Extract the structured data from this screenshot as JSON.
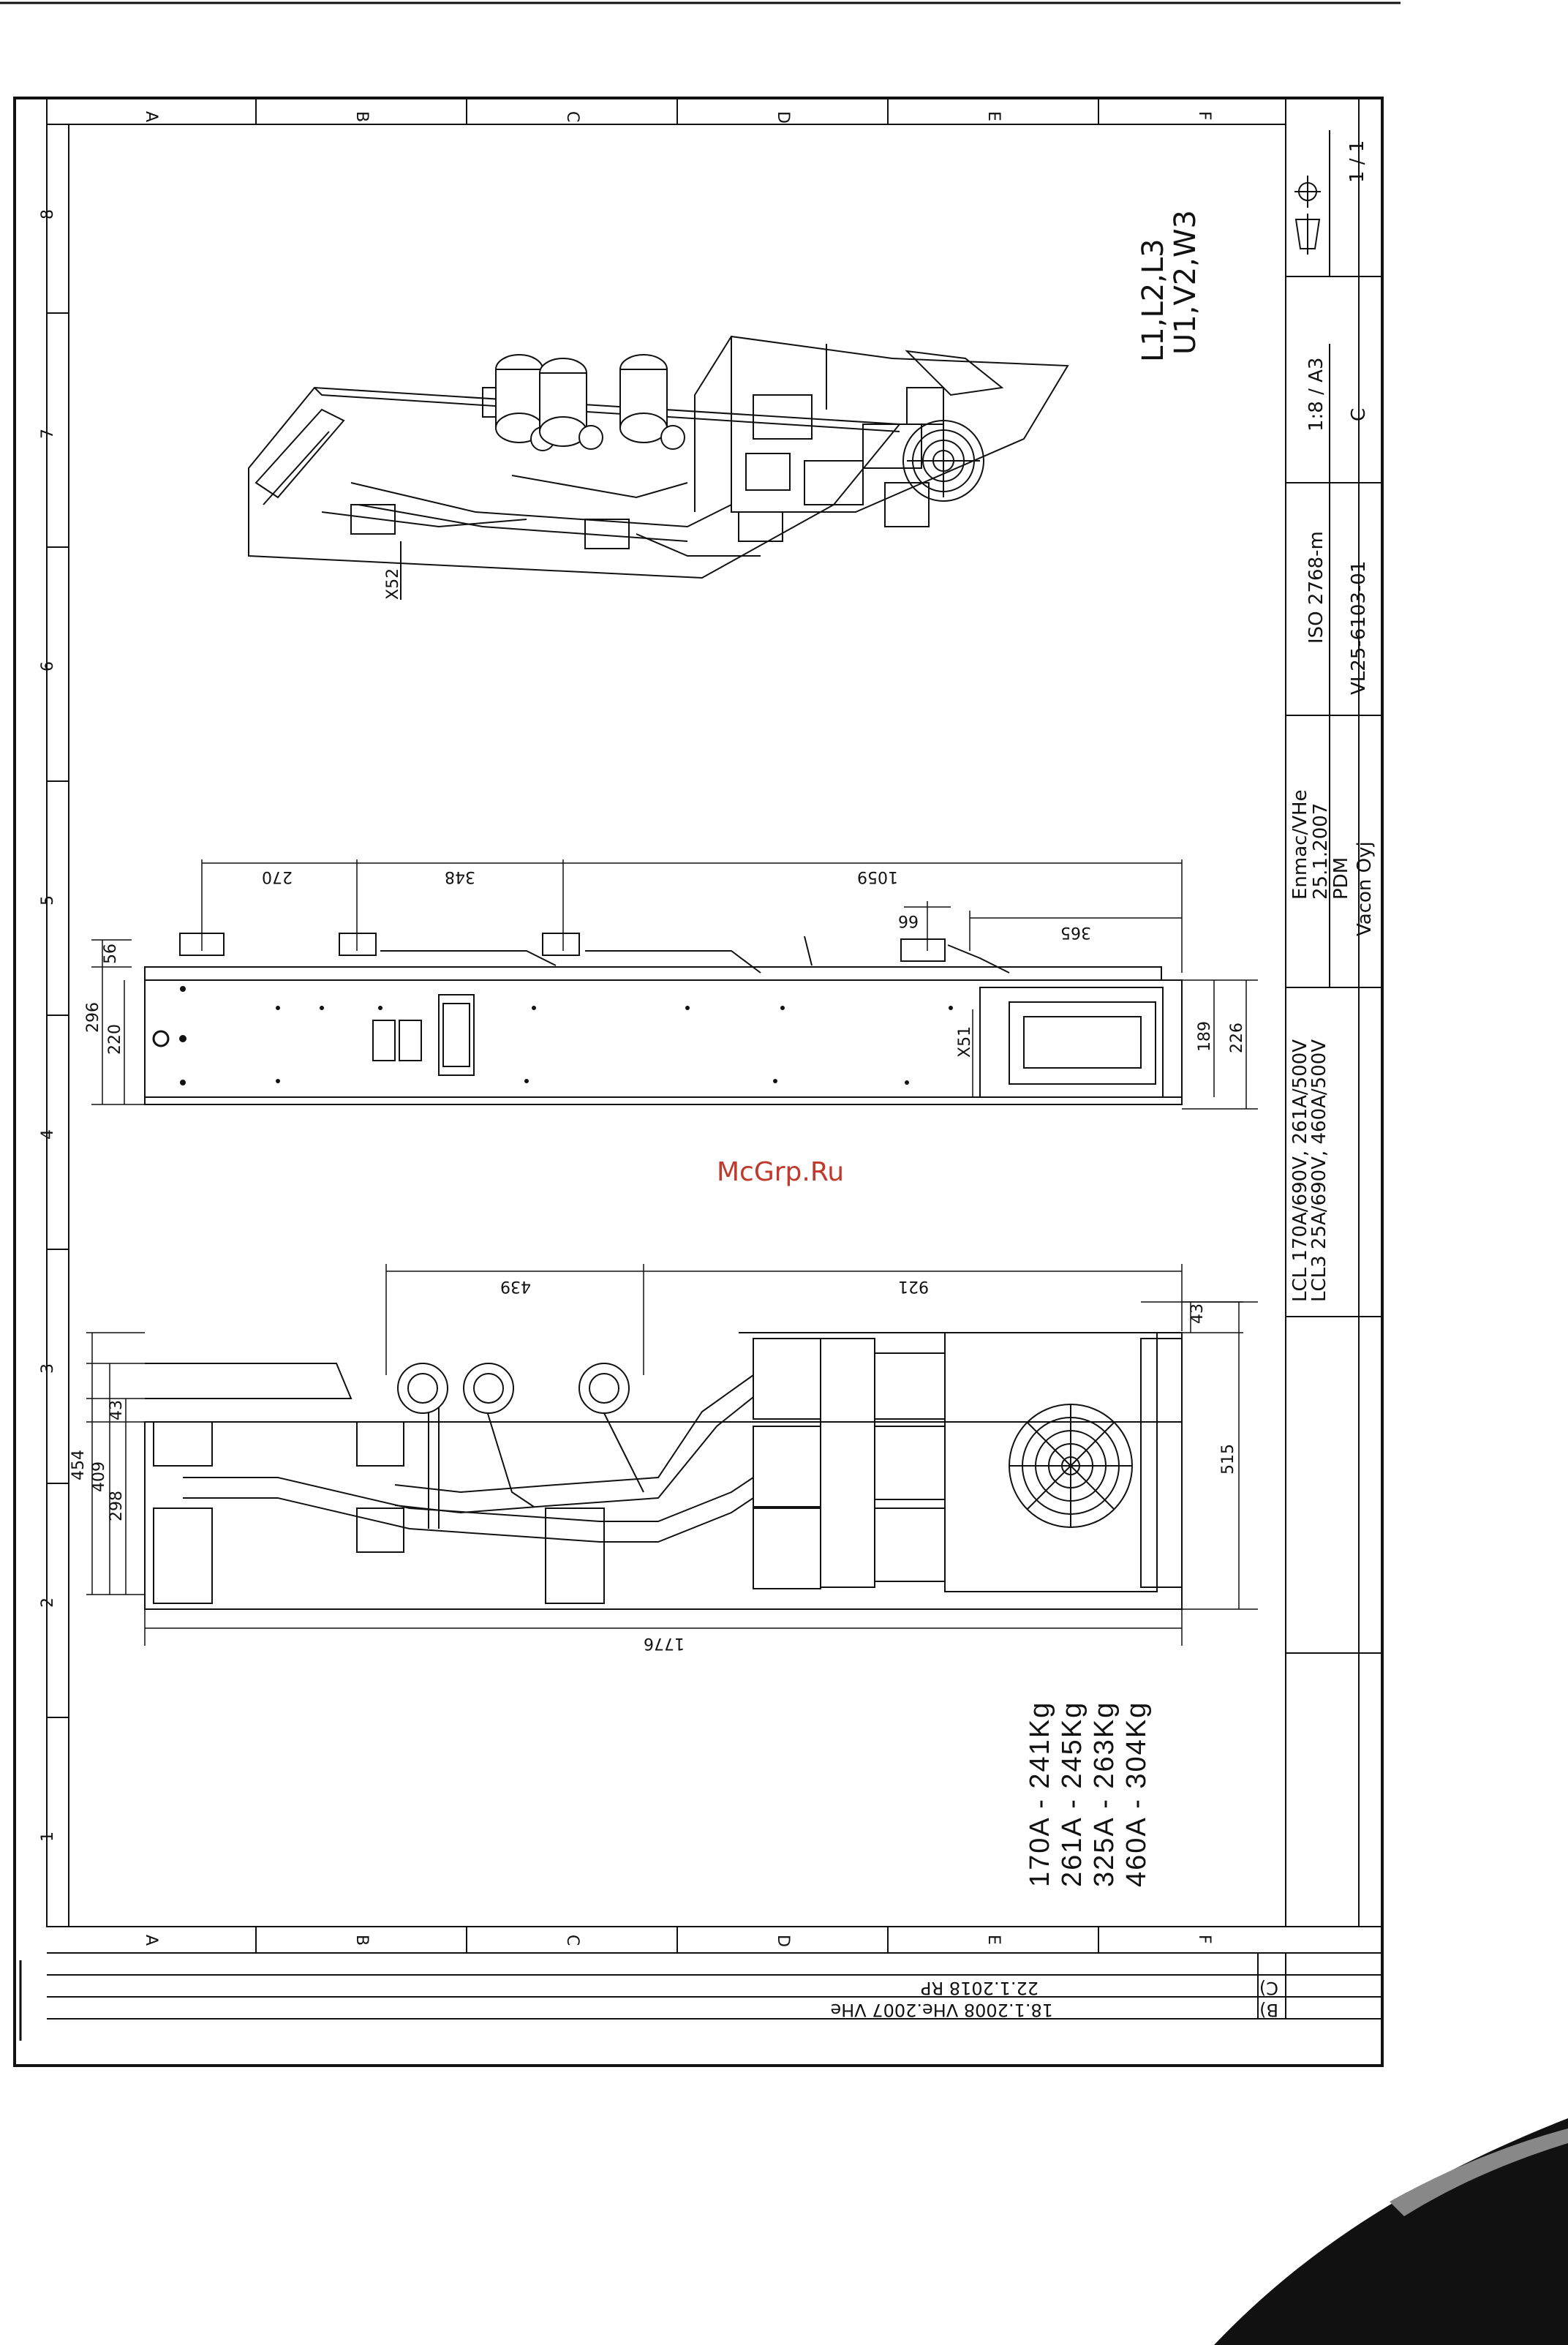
{
  "grid": {
    "cols": [
      "A",
      "B",
      "C",
      "D",
      "E",
      "F"
    ],
    "rows": [
      "8",
      "7",
      "6",
      "5",
      "4",
      "3",
      "2",
      "1"
    ]
  },
  "title_block": {
    "sheet": "1 / 1",
    "scale": "1:8 / A3",
    "standard": "ISO 2768-m",
    "revision_letter": "C",
    "drawing_number": "VL25-6103-01",
    "designer": "Enmac/VHe",
    "date": "25.1.2007",
    "approved": "PDM",
    "company": "Vacon Oyj",
    "title_line1": "LCL 170A/690V, 261A/500V",
    "title_line2": "LCL3 25A/690V, 460A/500V"
  },
  "revisions": [
    {
      "letter": "C)",
      "text": "22.1.2018 RP"
    },
    {
      "letter": "B)",
      "text": "18.1.2008 VHe.2007 VHe"
    }
  ],
  "terminals": {
    "line1": "L1,L2,L3",
    "line2": "U1,V2,W3"
  },
  "connectors": {
    "x51": "X51",
    "x52": "X52"
  },
  "dimensions": {
    "side_270": "270",
    "side_348": "348",
    "side_1059": "1059",
    "side_66": "66",
    "side_365": "365",
    "side_56": "56",
    "side_296": "296",
    "side_220": "220",
    "side_189": "189",
    "side_226": "226",
    "top_439": "439",
    "top_921": "921",
    "top_43a": "43",
    "top_43b": "43",
    "top_454": "454",
    "top_409": "409",
    "top_298": "298",
    "top_515": "515",
    "top_1776": "1776"
  },
  "weights": [
    "170A  -  241Kg",
    "261A  -  245Kg",
    "325A  -  263Kg",
    "460A  -  304Kg"
  ],
  "watermark": "McGrp.Ru",
  "colors": {
    "watermark": "#c0392b",
    "line": "#111111"
  }
}
